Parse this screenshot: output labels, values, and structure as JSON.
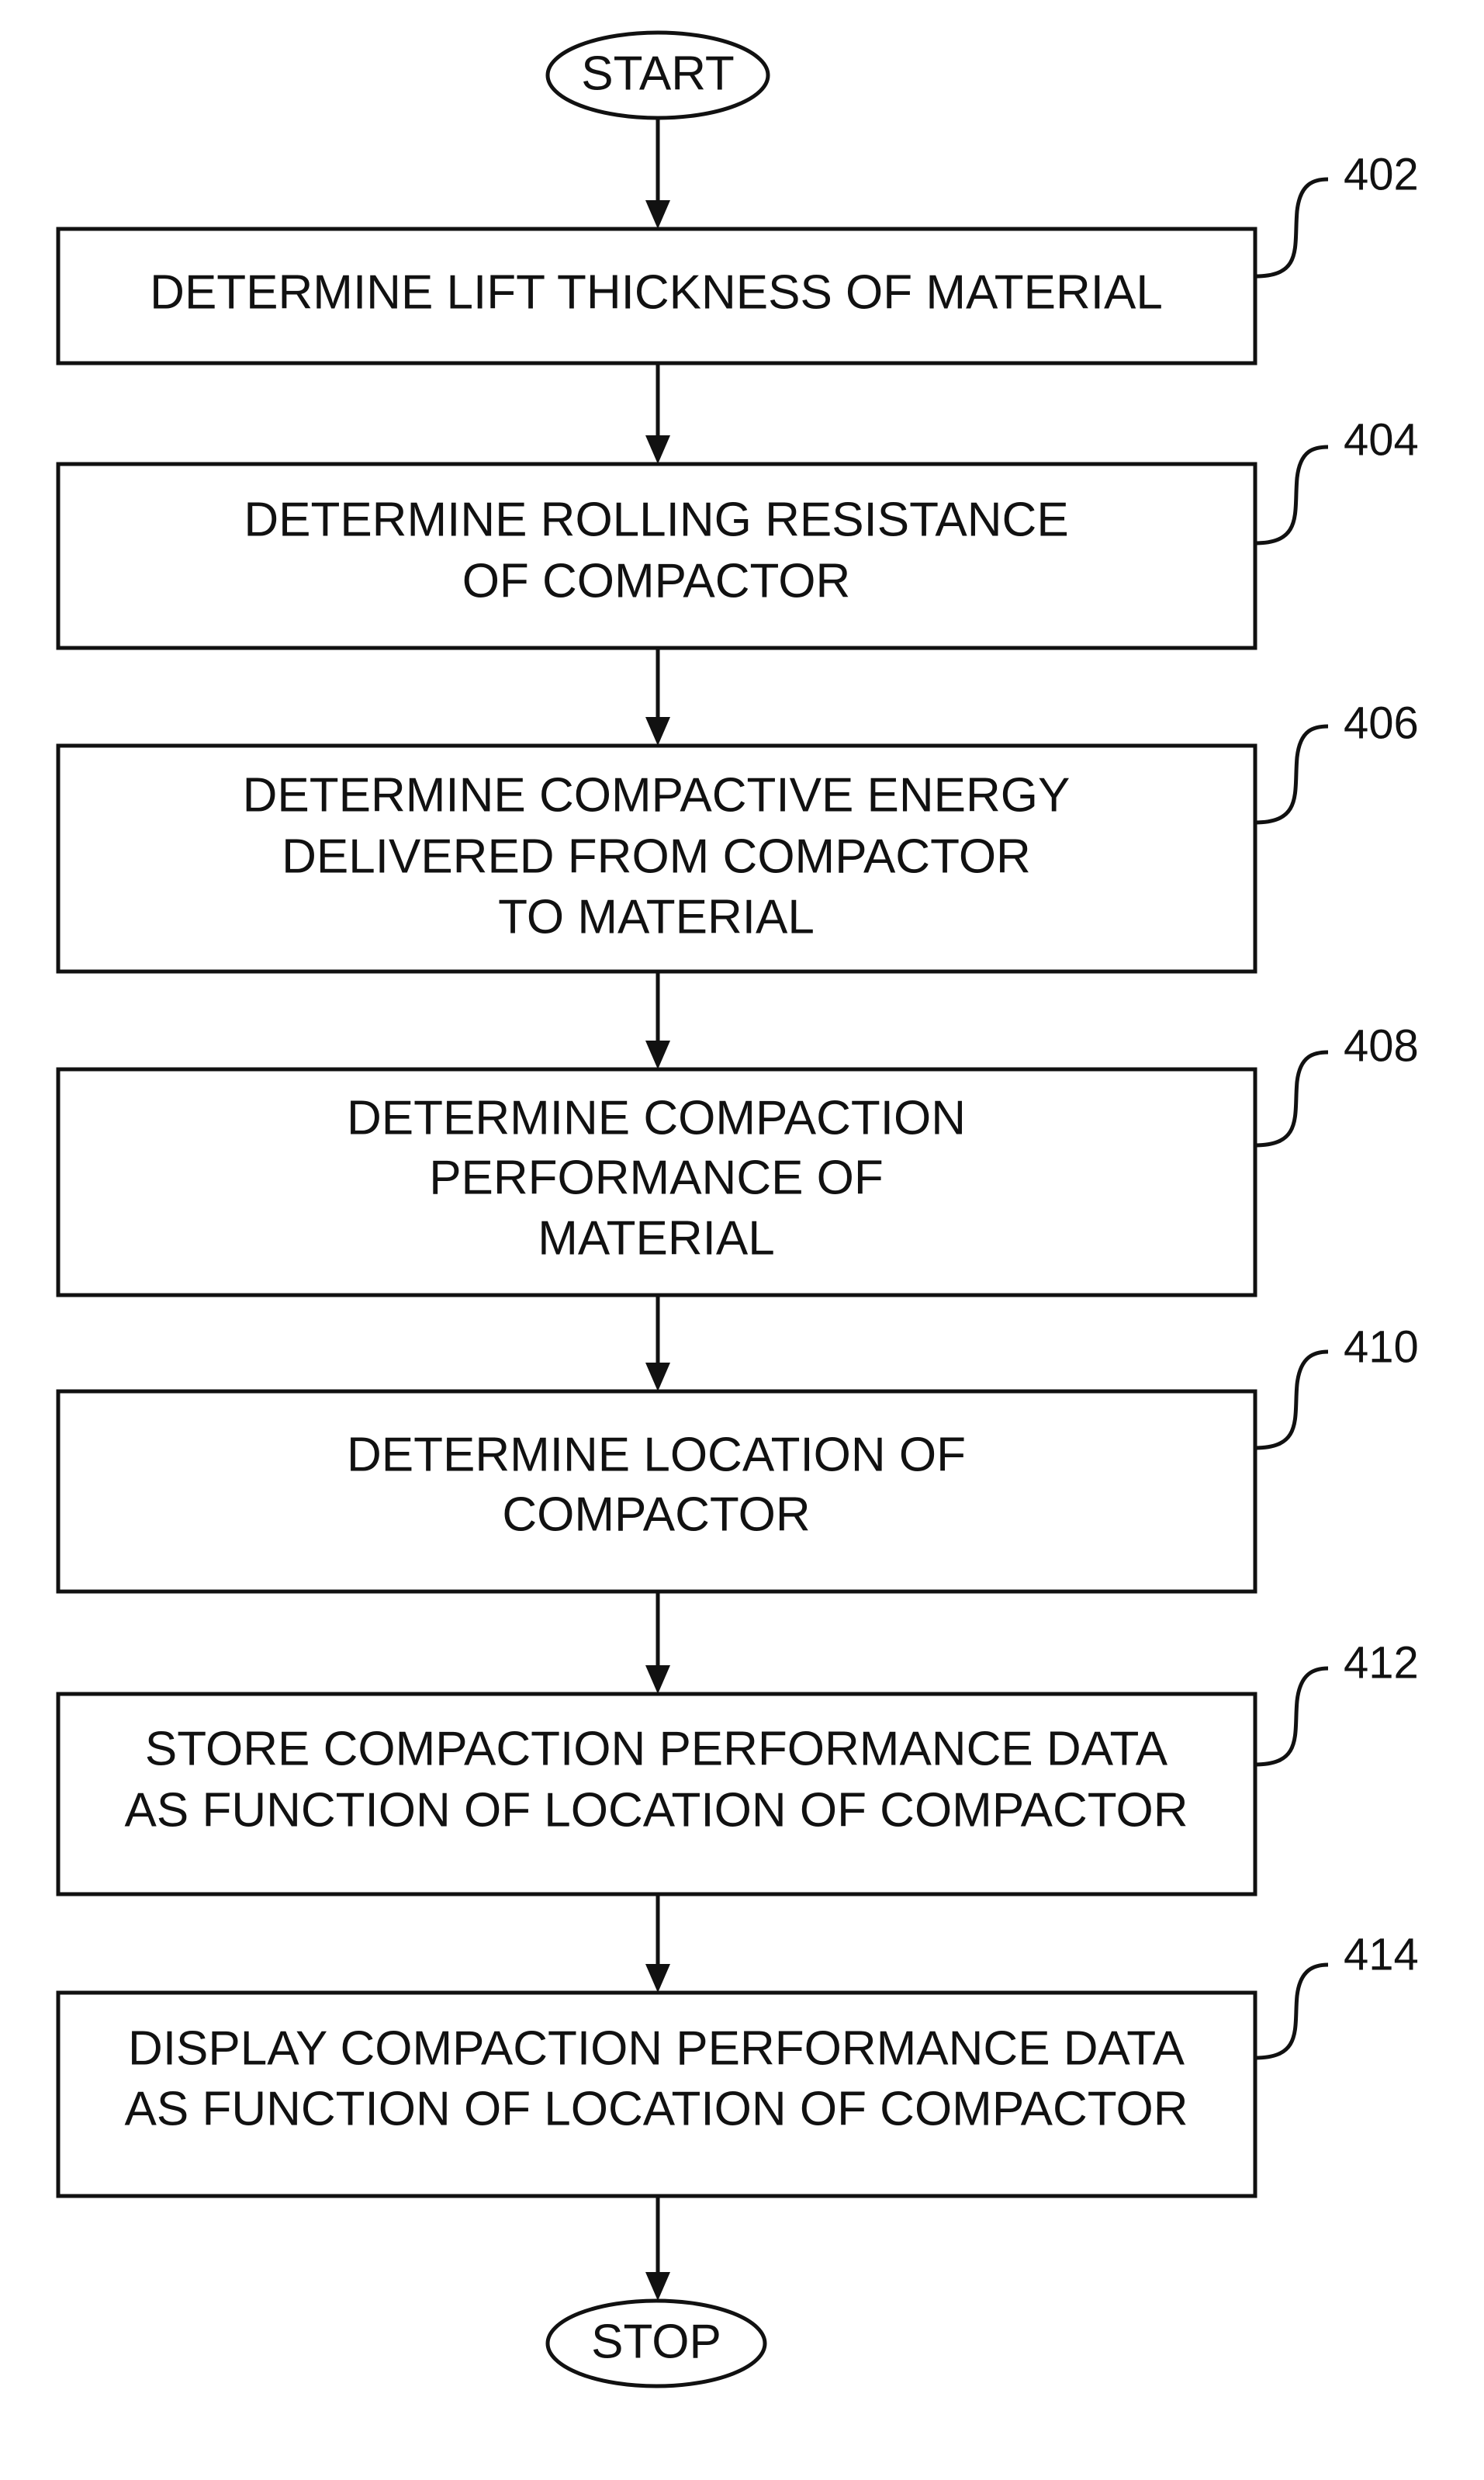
{
  "flowchart": {
    "start_label": "START",
    "stop_label": "STOP",
    "steps": [
      {
        "ref": "402",
        "lines": [
          "DETERMINE LIFT THICKNESS OF MATERIAL"
        ]
      },
      {
        "ref": "404",
        "lines": [
          "DETERMINE ROLLING RESISTANCE",
          "OF COMPACTOR"
        ]
      },
      {
        "ref": "406",
        "lines": [
          "DETERMINE COMPACTIVE ENERGY",
          "DELIVERED FROM COMPACTOR",
          "TO MATERIAL"
        ]
      },
      {
        "ref": "408",
        "lines": [
          "DETERMINE COMPACTION",
          "PERFORMANCE OF",
          "MATERIAL"
        ]
      },
      {
        "ref": "410",
        "lines": [
          "DETERMINE LOCATION OF",
          "COMPACTOR"
        ]
      },
      {
        "ref": "412",
        "lines": [
          "STORE COMPACTION PERFORMANCE DATA",
          "AS FUNCTION OF LOCATION OF COMPACTOR"
        ]
      },
      {
        "ref": "414",
        "lines": [
          "DISPLAY COMPACTION PERFORMANCE DATA",
          "AS FUNCTION OF LOCATION OF COMPACTOR"
        ]
      }
    ]
  }
}
